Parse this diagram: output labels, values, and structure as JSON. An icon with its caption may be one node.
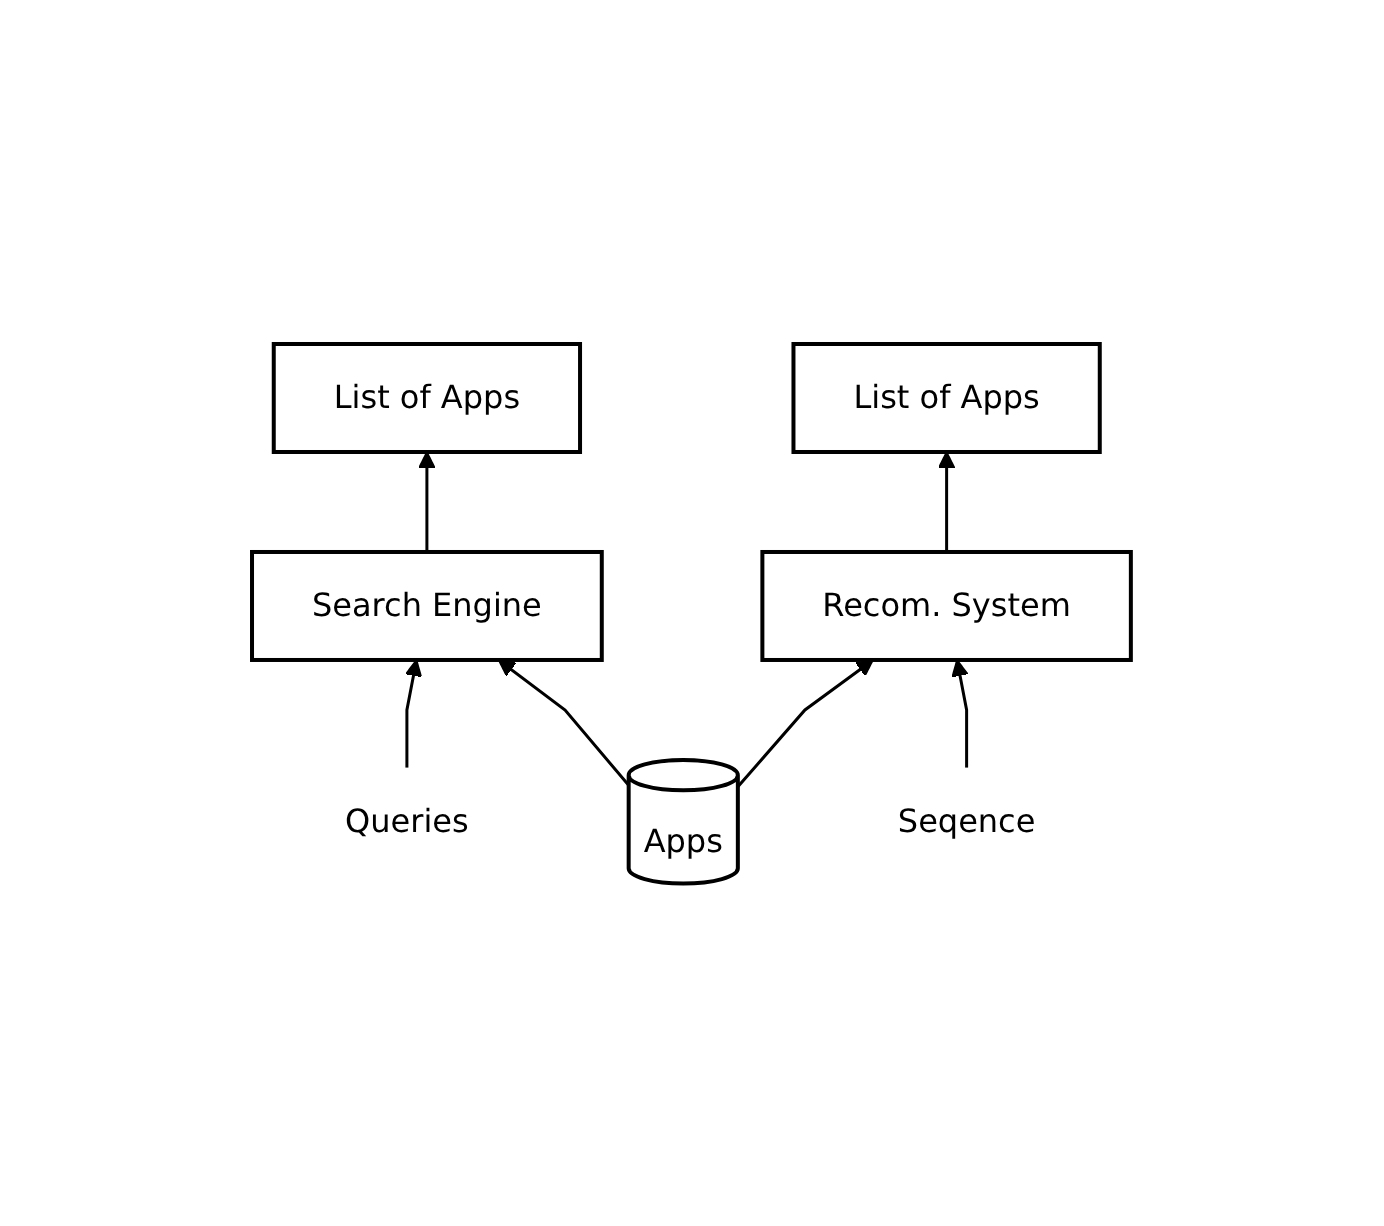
{
  "diagram": {
    "nodes": [
      {
        "text": [
          "List of Apps"
        ]
      },
      {
        "text": [
          "List of Apps"
        ]
      },
      {
        "text": [
          "Search Engine"
        ]
      },
      {
        "text": [
          "Recom. System"
        ]
      },
      {
        "text": [
          "Queries"
        ]
      },
      {
        "text": [
          "Apps"
        ]
      },
      {
        "text": [
          "Seqence"
        ]
      }
    ],
    "edges": [
      {
        "from": 2,
        "to": 0,
        "arrow": "to"
      },
      {
        "from": 3,
        "to": 1,
        "arrow": "to"
      },
      {
        "from": 4,
        "to": 2,
        "arrow": "to"
      },
      {
        "from": 5,
        "to": 2,
        "arrow": "to"
      },
      {
        "from": 5,
        "to": 3,
        "arrow": "to"
      },
      {
        "from": 6,
        "to": 3,
        "arrow": "to"
      }
    ]
  }
}
